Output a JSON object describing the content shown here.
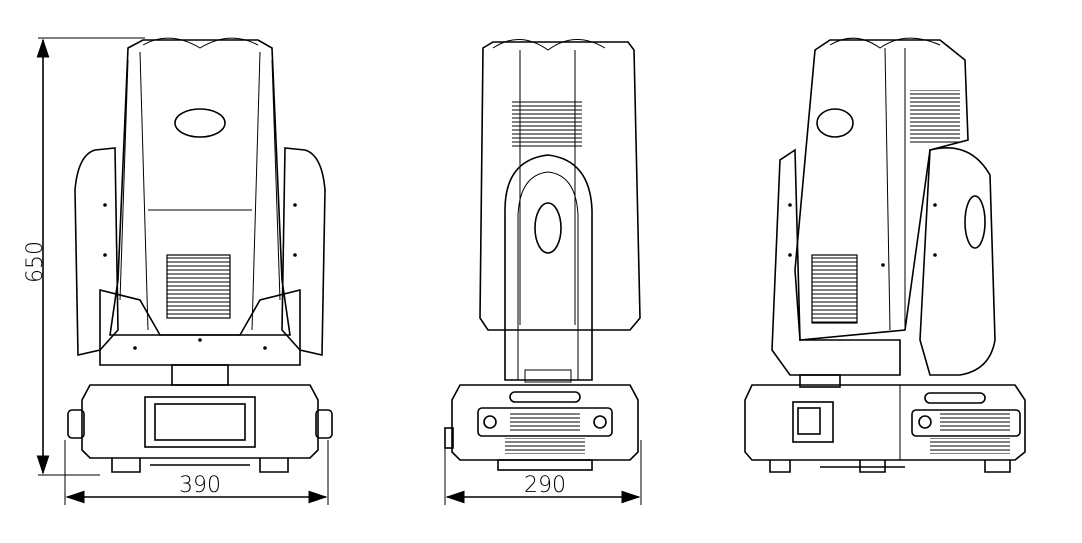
{
  "dimensions": {
    "height": "650",
    "front_width": "390",
    "side_width": "290"
  },
  "colors": {
    "line": "#000000",
    "background": "#ffffff"
  }
}
